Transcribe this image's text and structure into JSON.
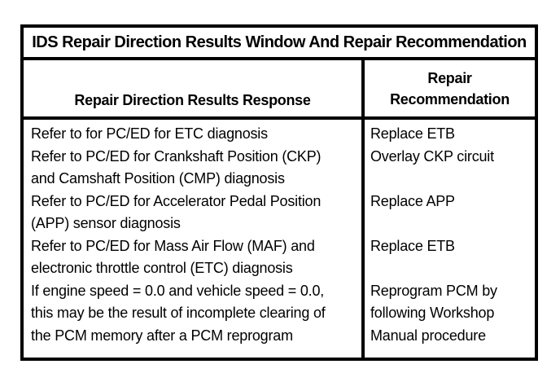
{
  "table": {
    "title": "IDS Repair Direction Results Window And Repair Recommendation",
    "columns": {
      "response": "Repair Direction Results Response",
      "recommendation_lines": [
        "Repair",
        "Recommendation"
      ]
    },
    "rows": [
      {
        "response_lines": [
          "Refer to for PC/ED for ETC diagnosis"
        ],
        "recommendation_lines": [
          "Replace ETB"
        ]
      },
      {
        "response_lines": [
          "Refer to PC/ED for Crankshaft Position (CKP)",
          "and Camshaft Position (CMP) diagnosis"
        ],
        "recommendation_lines": [
          "Overlay CKP circuit",
          ""
        ]
      },
      {
        "response_lines": [
          "Refer to PC/ED for Accelerator Pedal Position",
          "(APP) sensor diagnosis"
        ],
        "recommendation_lines": [
          "Replace APP",
          ""
        ]
      },
      {
        "response_lines": [
          "Refer to PC/ED for Mass Air Flow (MAF) and",
          "electronic throttle control (ETC) diagnosis"
        ],
        "recommendation_lines": [
          "Replace ETB",
          ""
        ]
      },
      {
        "response_lines": [
          "If engine speed = 0.0 and vehicle speed = 0.0,",
          "this may be the result of incomplete clearing of",
          "the PCM memory after a PCM reprogram"
        ],
        "recommendation_lines": [
          "Reprogram PCM by",
          "following Workshop",
          "Manual procedure"
        ]
      }
    ]
  },
  "colors": {
    "ink": "#000000",
    "paper": "#ffffff"
  }
}
